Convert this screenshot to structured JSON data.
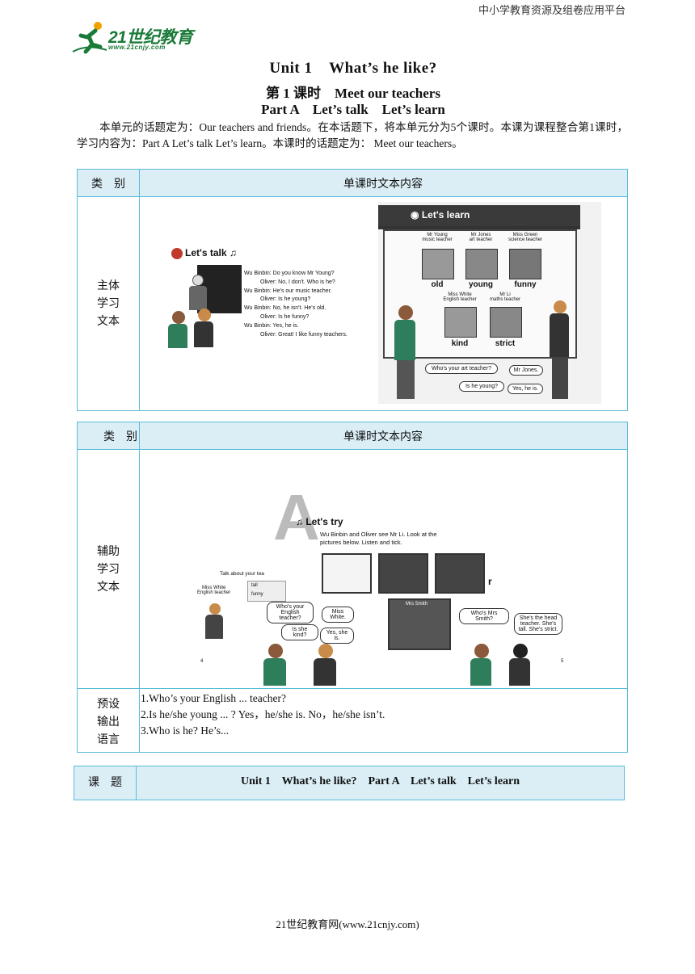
{
  "header": {
    "platform": "中小学教育资源及组卷应用平台",
    "logo_text": "21世纪教育",
    "logo_sub": "www.21cnjy.com"
  },
  "titles": {
    "line1": "Unit 1    What’s he like?",
    "line2": "第 1 课时    Meet our teachers",
    "line3": "Part A    Let’s talk    Let’s learn"
  },
  "intro": "本单元的话题定为：Our teachers and friends。在本话题下，将本单元分为5个课时。本课为课程整合第1课时，学习内容为：Part A  Let’s talk Let’s learn。本课时的话题定为： Meet our teachers。",
  "table1": {
    "head_cat": "类　别",
    "head_content": "单课时文本内容",
    "row_cat": "主体\n学习\n文本",
    "talk": {
      "title": "Let's talk",
      "lines": [
        "Wu Binbin: Do you know Mr Young?",
        "Oliver: No, I don't. Who is he?",
        "Wu Binbin: He's our music teacher.",
        "Oliver: Is he young?",
        "Wu Binbin: No, he isn't. He's old.",
        "Oliver: Is he funny?",
        "Wu Binbin: Yes, he is.",
        "Oliver: Great! I like funny teachers."
      ]
    },
    "learn": {
      "title": "Let's learn",
      "teachers": [
        {
          "name": "Mr Young",
          "role": "music teacher",
          "word": "old"
        },
        {
          "name": "Mr Jones",
          "role": "art teacher",
          "word": "young"
        },
        {
          "name": "Miss Green",
          "role": "science teacher",
          "word": "funny"
        },
        {
          "name": "Miss White",
          "role": "English teacher",
          "word": "kind"
        },
        {
          "name": "Mr Li",
          "role": "maths teacher",
          "word": "strict"
        }
      ],
      "bubbles": [
        "Who's your art teacher?",
        "Mr Jones.",
        "Is he young?",
        "Yes, he is."
      ]
    }
  },
  "table2": {
    "head_cat": "类　别",
    "head_content": "单课时文本内容",
    "row1_cat": "辅助\n学习\n文本",
    "row2_cat": "预设\n输出\n语言",
    "try": {
      "title": "Let's try",
      "instr": "Wu Binbin and Oliver see Mr Li. Look at the pictures below. Listen and tick."
    },
    "talk_about": "Talk about your tea",
    "words": [
      "tall",
      "funny"
    ],
    "miss_white": "Miss White\nEnglish teacher",
    "bubbles_left": [
      "Who's your English teacher?",
      "Miss White.",
      "Is she kind?",
      "Yes, she is."
    ],
    "mrs_smith": "Mrs Smith",
    "bubbles_right": [
      "Who's Mrs Smith?",
      "She's the head teacher. She's tall. She's strict."
    ],
    "page_left": "4",
    "page_right": "5",
    "output_lines": [
      "1.Who’s your English ... teacher?",
      "2.Is he/she young ... ? Yes，he/she is. No，he/she isn’t.",
      "3.Who is he? He’s..."
    ]
  },
  "table3": {
    "cat": "课　题",
    "content": "Unit 1    What’s he like?    Part A    Let’s talk    Let’s learn"
  },
  "footer": "21世纪教育网(www.21cnjy.com)",
  "colors": {
    "border": "#59bcd9",
    "header_bg": "#dbeef6",
    "logo": "#1a7a38"
  }
}
